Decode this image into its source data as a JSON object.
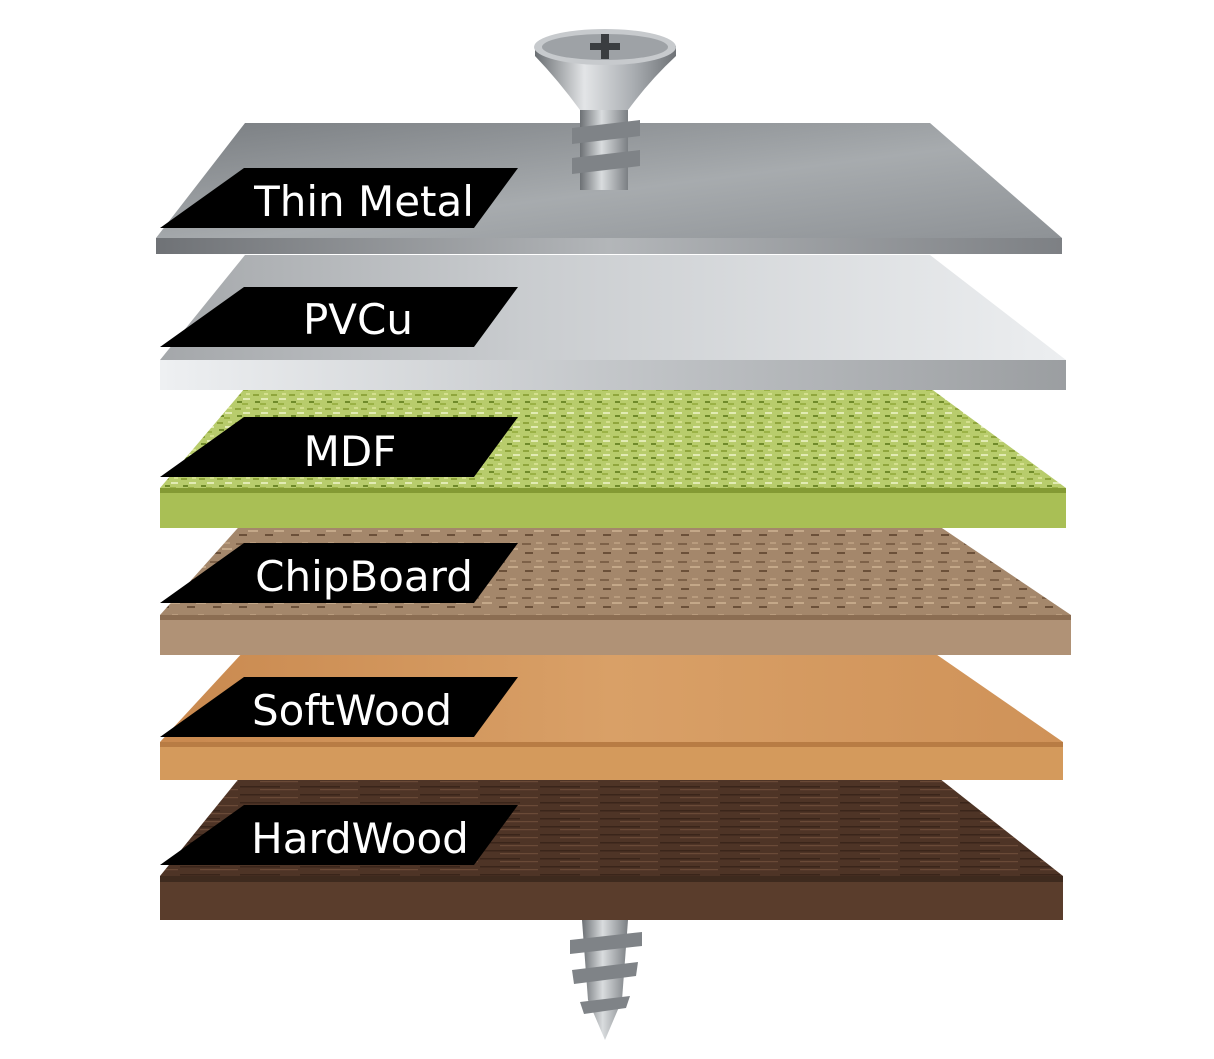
{
  "diagram": {
    "layers": [
      {
        "label": "Thin Metal",
        "material": "thin-metal",
        "top_color": "#9a9ea2",
        "side_color": "#8d9094"
      },
      {
        "label": "PVCu",
        "material": "pvcu",
        "top_color": "#d4d6d9",
        "side_color": "#c5c8cb"
      },
      {
        "label": "MDF",
        "material": "mdf",
        "top_color": "#b9cd6a",
        "side_color": "#a9bf55"
      },
      {
        "label": "ChipBoard",
        "material": "chipboard",
        "top_color": "#a3856a",
        "side_color": "#b09276"
      },
      {
        "label": "SoftWood",
        "material": "softwood",
        "top_color": "#d39a5f",
        "side_color": "#d49a5c"
      },
      {
        "label": "HardWood",
        "material": "hardwood",
        "top_color": "#4e3426",
        "side_color": "#5a3d2c"
      }
    ],
    "label_color": "#000000",
    "screw_icon": "countersunk-phillips-screw-icon",
    "screw_color": "#a9adb1"
  }
}
